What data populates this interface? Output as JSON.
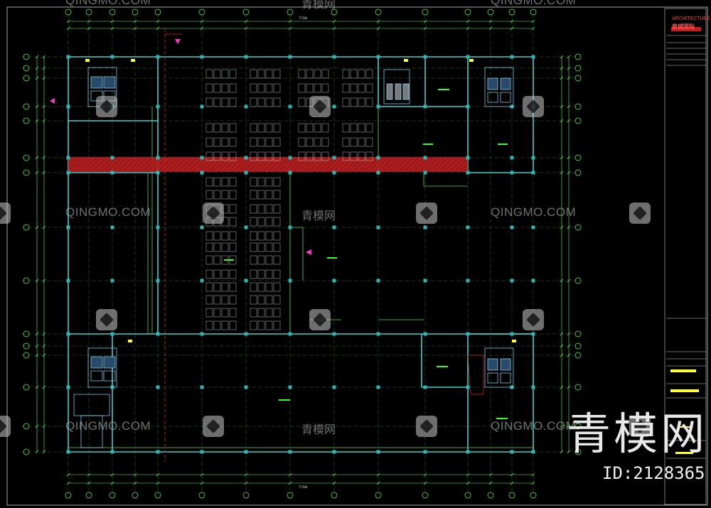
{
  "watermark": {
    "latin": "QINGMO.COM",
    "chinese": "青模网",
    "big_chinese": "青模网",
    "image_id": "ID:2128365"
  },
  "title_block": {
    "brand_top": "ARCHITECTURE",
    "brand_name": "泉城国际"
  },
  "colors": {
    "background": "#000000",
    "wall": "#3fd0d0",
    "grid": "#3a7f3a",
    "dimension_line": "#5cff5c",
    "axis_bubble": "#5cff5c",
    "column": "#2fb6b6",
    "red_corridor": "#c41e1e",
    "entrance_marker": "#ff33cc",
    "title_block_highlight": "#ffff33",
    "label_green": "#33ff33"
  },
  "dimensions": {
    "total_top": "77200",
    "total_bottom": "77200"
  },
  "icons": [
    "entrance-arrow-icon",
    "axis-bubble-icon",
    "stair-icon",
    "column-icon"
  ]
}
